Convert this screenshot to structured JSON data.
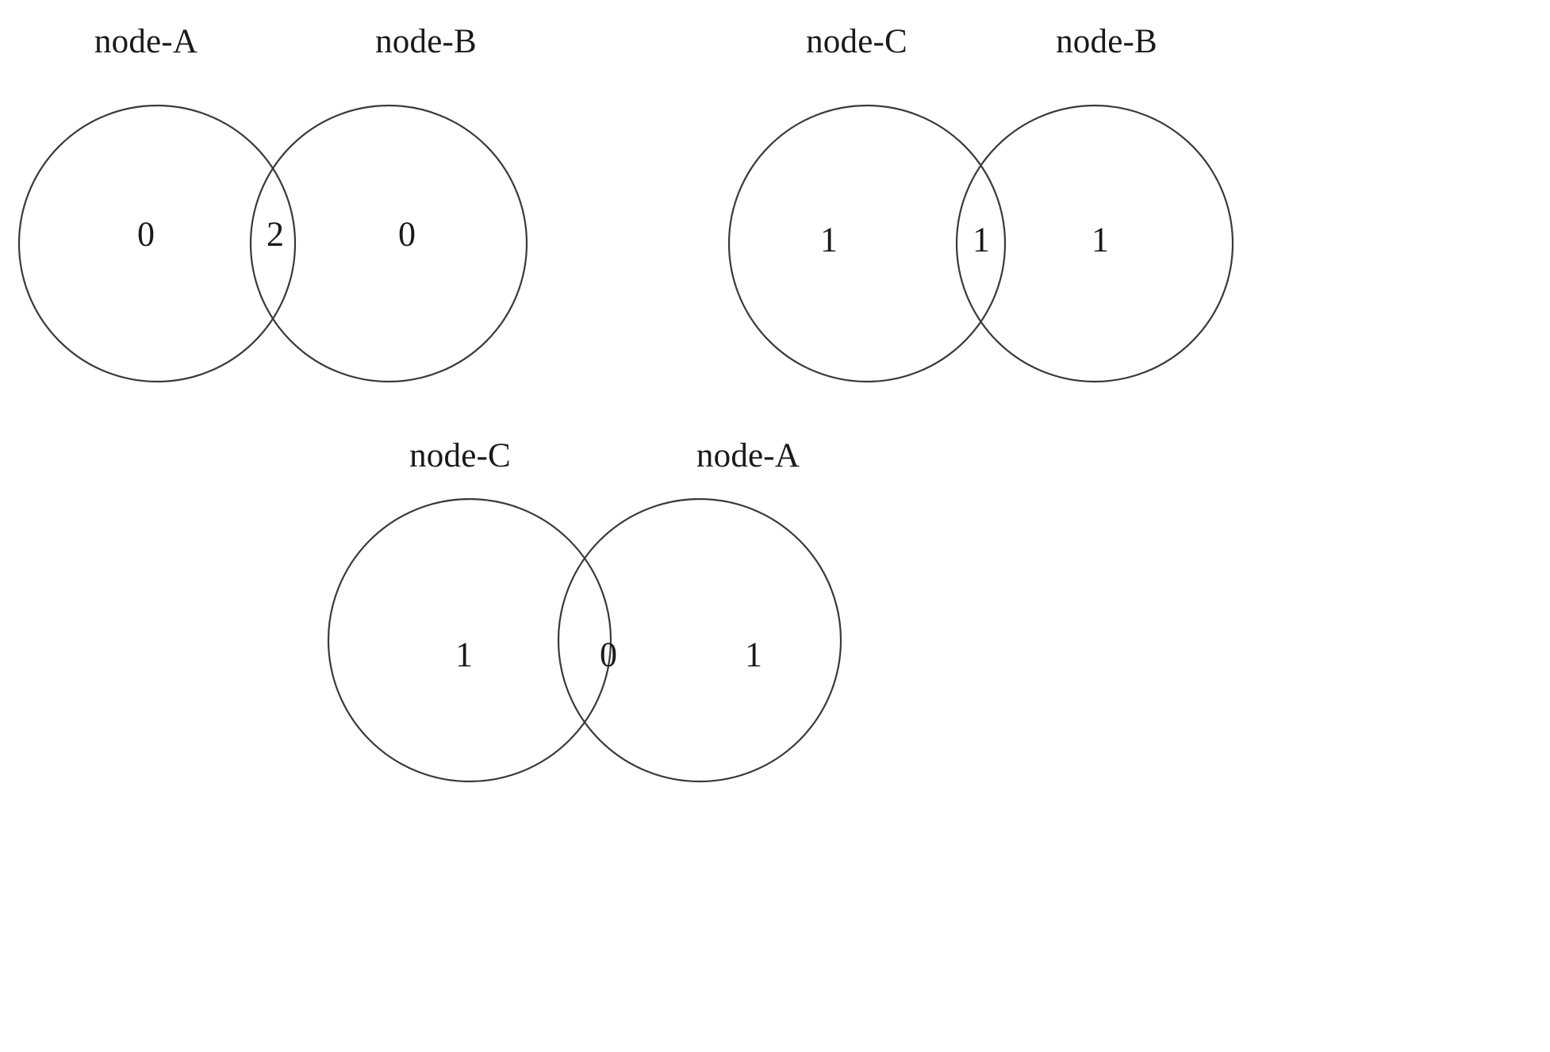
{
  "figure": {
    "background_color": "#ffffff",
    "stroke_color": "#3a3a3a",
    "text_color": "#1a1a1a"
  },
  "chart_data": {
    "type": "venn",
    "title": "",
    "subtitle": "",
    "xlabel": "",
    "ylabel": "",
    "legend": [],
    "grid": false,
    "description": "Three pairwise two-set Venn diagrams showing overlap counts between node-A, node-B and node-C.",
    "diagrams": [
      {
        "id": "venn-ab",
        "position": "top-left",
        "left_set": "node-A",
        "right_set": "node-B",
        "left_only": 0,
        "intersection": 2,
        "right_only": 0,
        "regions": [
          {
            "label": "node-A only",
            "value": "0"
          },
          {
            "label": "node-A ∩ node-B",
            "value": "2"
          },
          {
            "label": "node-B only",
            "value": "0"
          }
        ]
      },
      {
        "id": "venn-cb",
        "position": "top-right",
        "left_set": "node-C",
        "right_set": "node-B",
        "left_only": 1,
        "intersection": 1,
        "right_only": 1,
        "regions": [
          {
            "label": "node-C only",
            "value": "1"
          },
          {
            "label": "node-C ∩ node-B",
            "value": "1"
          },
          {
            "label": "node-B only",
            "value": "1"
          }
        ]
      },
      {
        "id": "venn-ca",
        "position": "bottom-center",
        "left_set": "node-C",
        "right_set": "node-A",
        "left_only": 1,
        "intersection": 0,
        "right_only": 1,
        "regions": [
          {
            "label": "node-C only",
            "value": "1"
          },
          {
            "label": "node-C ∩ node-A",
            "value": "0"
          },
          {
            "label": "node-A only",
            "value": "1"
          }
        ]
      }
    ]
  }
}
